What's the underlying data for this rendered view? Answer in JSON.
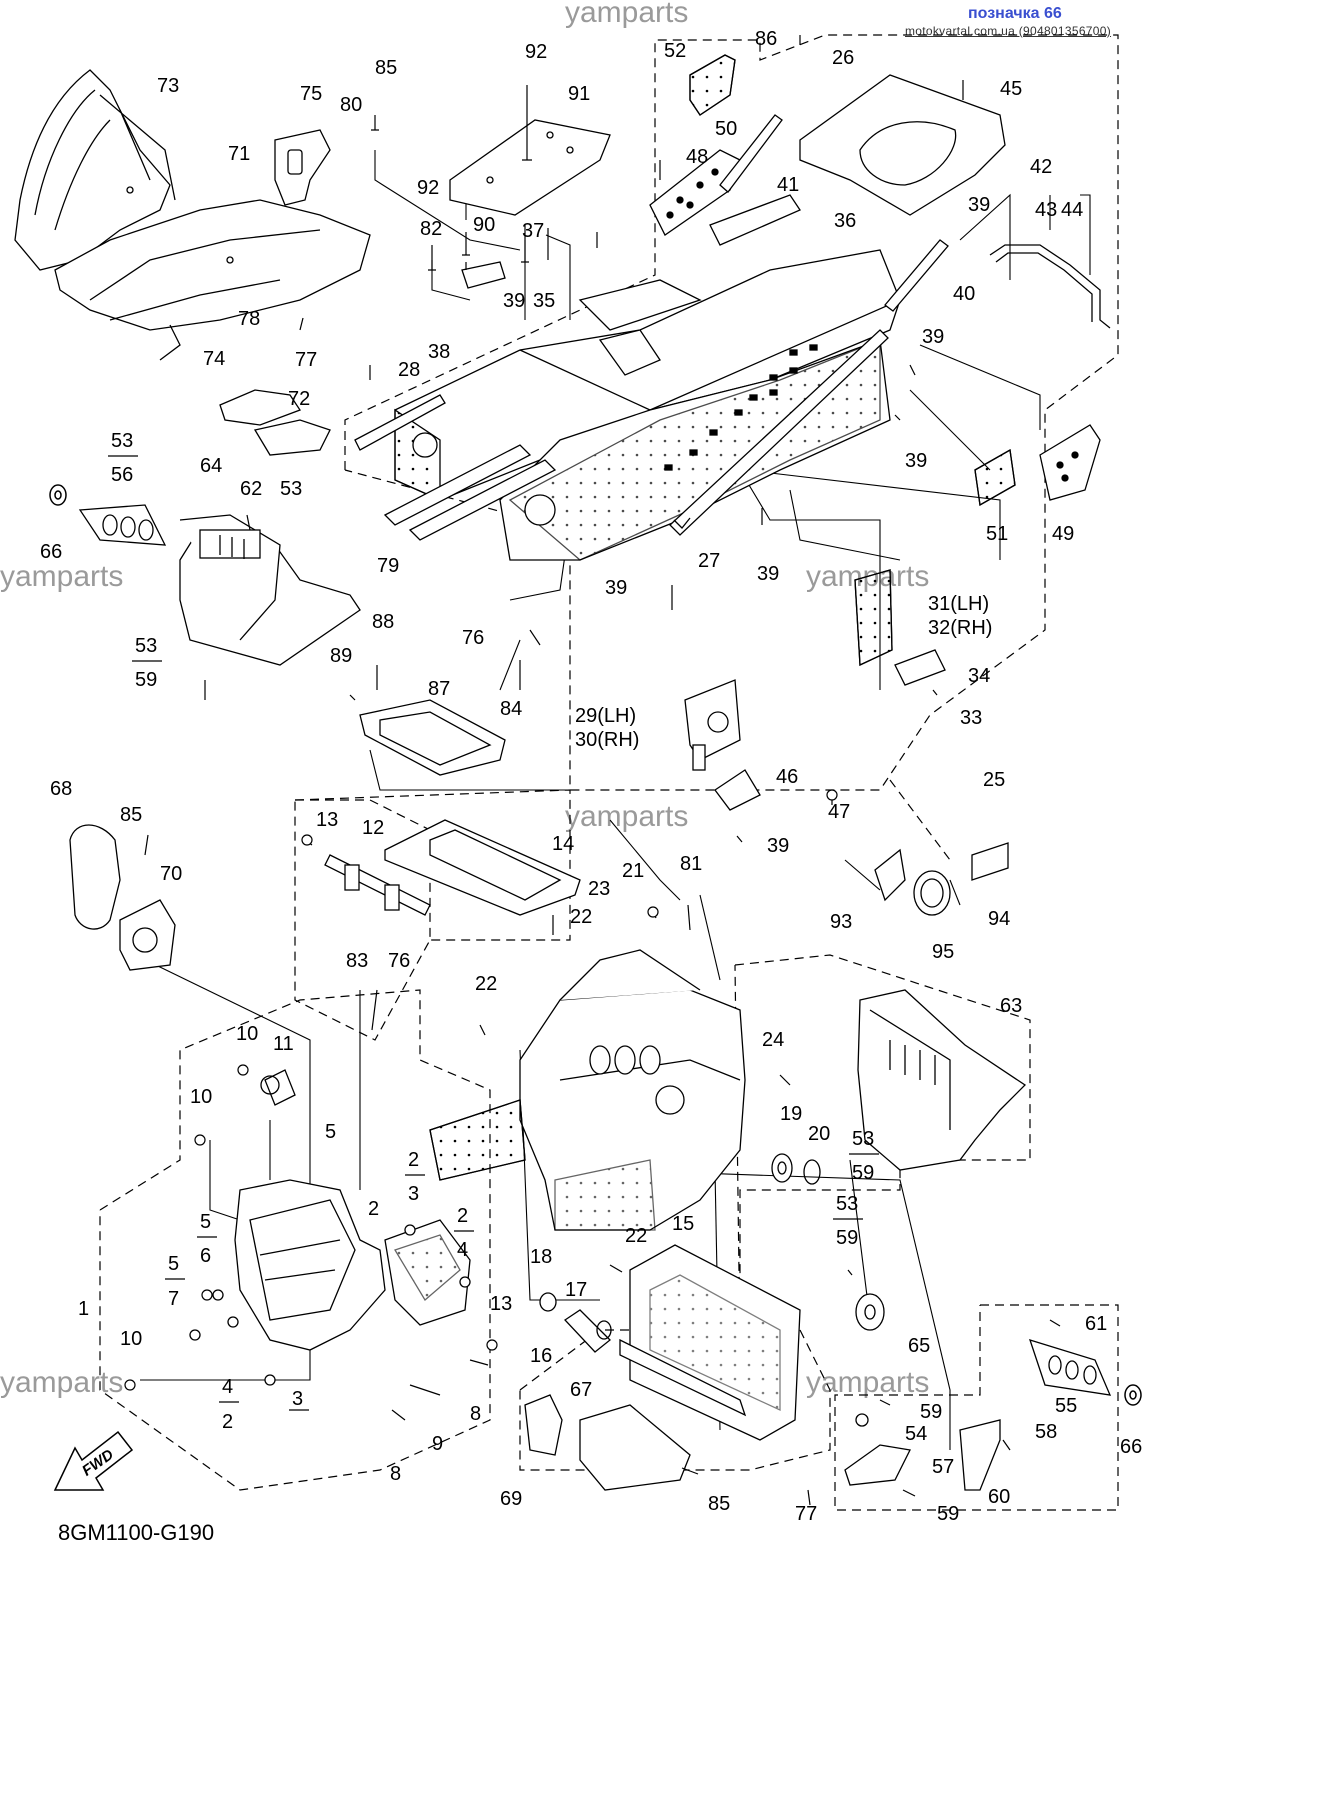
{
  "header": {
    "title": "позначка 66",
    "subtitle": "motokvartal.com.ua (904801356700)",
    "title_color": "#3a4fd0"
  },
  "watermark": "yamparts",
  "diagram_code": "8GM1100-G190",
  "fwd_label": "FWD",
  "callouts": [
    "1",
    "2",
    "2",
    "2",
    "2",
    "3",
    "3",
    "4",
    "4",
    "5",
    "5",
    "5",
    "6",
    "7",
    "8",
    "8",
    "9",
    "10",
    "10",
    "10",
    "11",
    "12",
    "13",
    "13",
    "14",
    "15",
    "16",
    "17",
    "18",
    "19",
    "20",
    "21",
    "22",
    "22",
    "22",
    "23",
    "24",
    "25",
    "26",
    "27",
    "28",
    "29(LH)",
    "30(RH)",
    "31(LH)",
    "32(RH)",
    "33",
    "34",
    "35",
    "36",
    "37",
    "38",
    "39",
    "39",
    "39",
    "39",
    "39",
    "39",
    "39",
    "39",
    "40",
    "41",
    "42",
    "43",
    "44",
    "45",
    "46",
    "47",
    "48",
    "49",
    "50",
    "51",
    "52",
    "53",
    "53",
    "53",
    "53",
    "53",
    "54",
    "55",
    "56",
    "57",
    "58",
    "59",
    "59",
    "59",
    "59",
    "59",
    "60",
    "61",
    "62",
    "63",
    "64",
    "65",
    "66",
    "66",
    "67",
    "68",
    "69",
    "70",
    "71",
    "72",
    "73",
    "74",
    "75",
    "76",
    "76",
    "77",
    "77",
    "78",
    "79",
    "80",
    "81",
    "82",
    "83",
    "84",
    "85",
    "85",
    "85",
    "86",
    "87",
    "88",
    "89",
    "90",
    "91",
    "92",
    "92",
    "93",
    "94",
    "95"
  ]
}
